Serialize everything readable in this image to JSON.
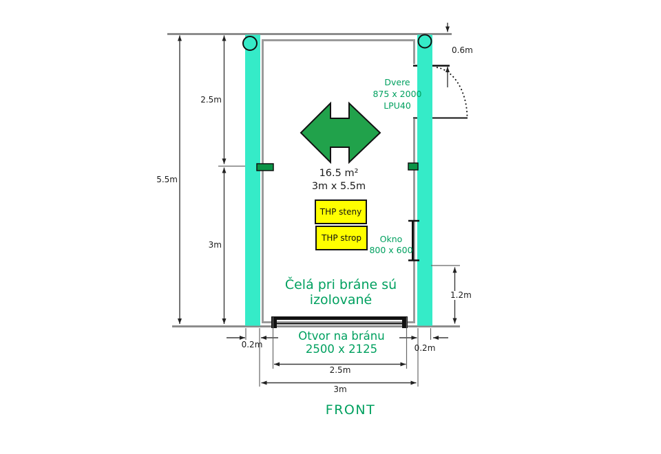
{
  "front_label": "FRONT",
  "colors": {
    "column_cyan": "#35ebc8",
    "arrow_green": "#21a24b",
    "tab_green": "#0a9447",
    "text_green": "#00a05f",
    "panel_yellow": "#ffff00"
  },
  "room": {
    "area": "16.5 m²",
    "dimensions": "3m x 5.5m"
  },
  "door": {
    "name": "Dvere",
    "size": "875 x 2000",
    "model": "LPU40"
  },
  "window": {
    "name": "Okno",
    "size": "800 x 600"
  },
  "gate": {
    "name": "Otvor na bránu",
    "size": "2500 x 2125"
  },
  "note": {
    "line1": "Čelá pri bráne sú",
    "line2": "izolované"
  },
  "panels": {
    "walls": "THP steny",
    "ceiling": "THP strop"
  },
  "dims": {
    "total_height": "5.5m",
    "upper_height": "2.5m",
    "lower_height": "3m",
    "top_offset": "0.6m",
    "window_sill": "1.2m",
    "left_wall": "0.2m",
    "right_wall": "0.2m",
    "gate_width": "2.5m",
    "total_width": "3m"
  }
}
